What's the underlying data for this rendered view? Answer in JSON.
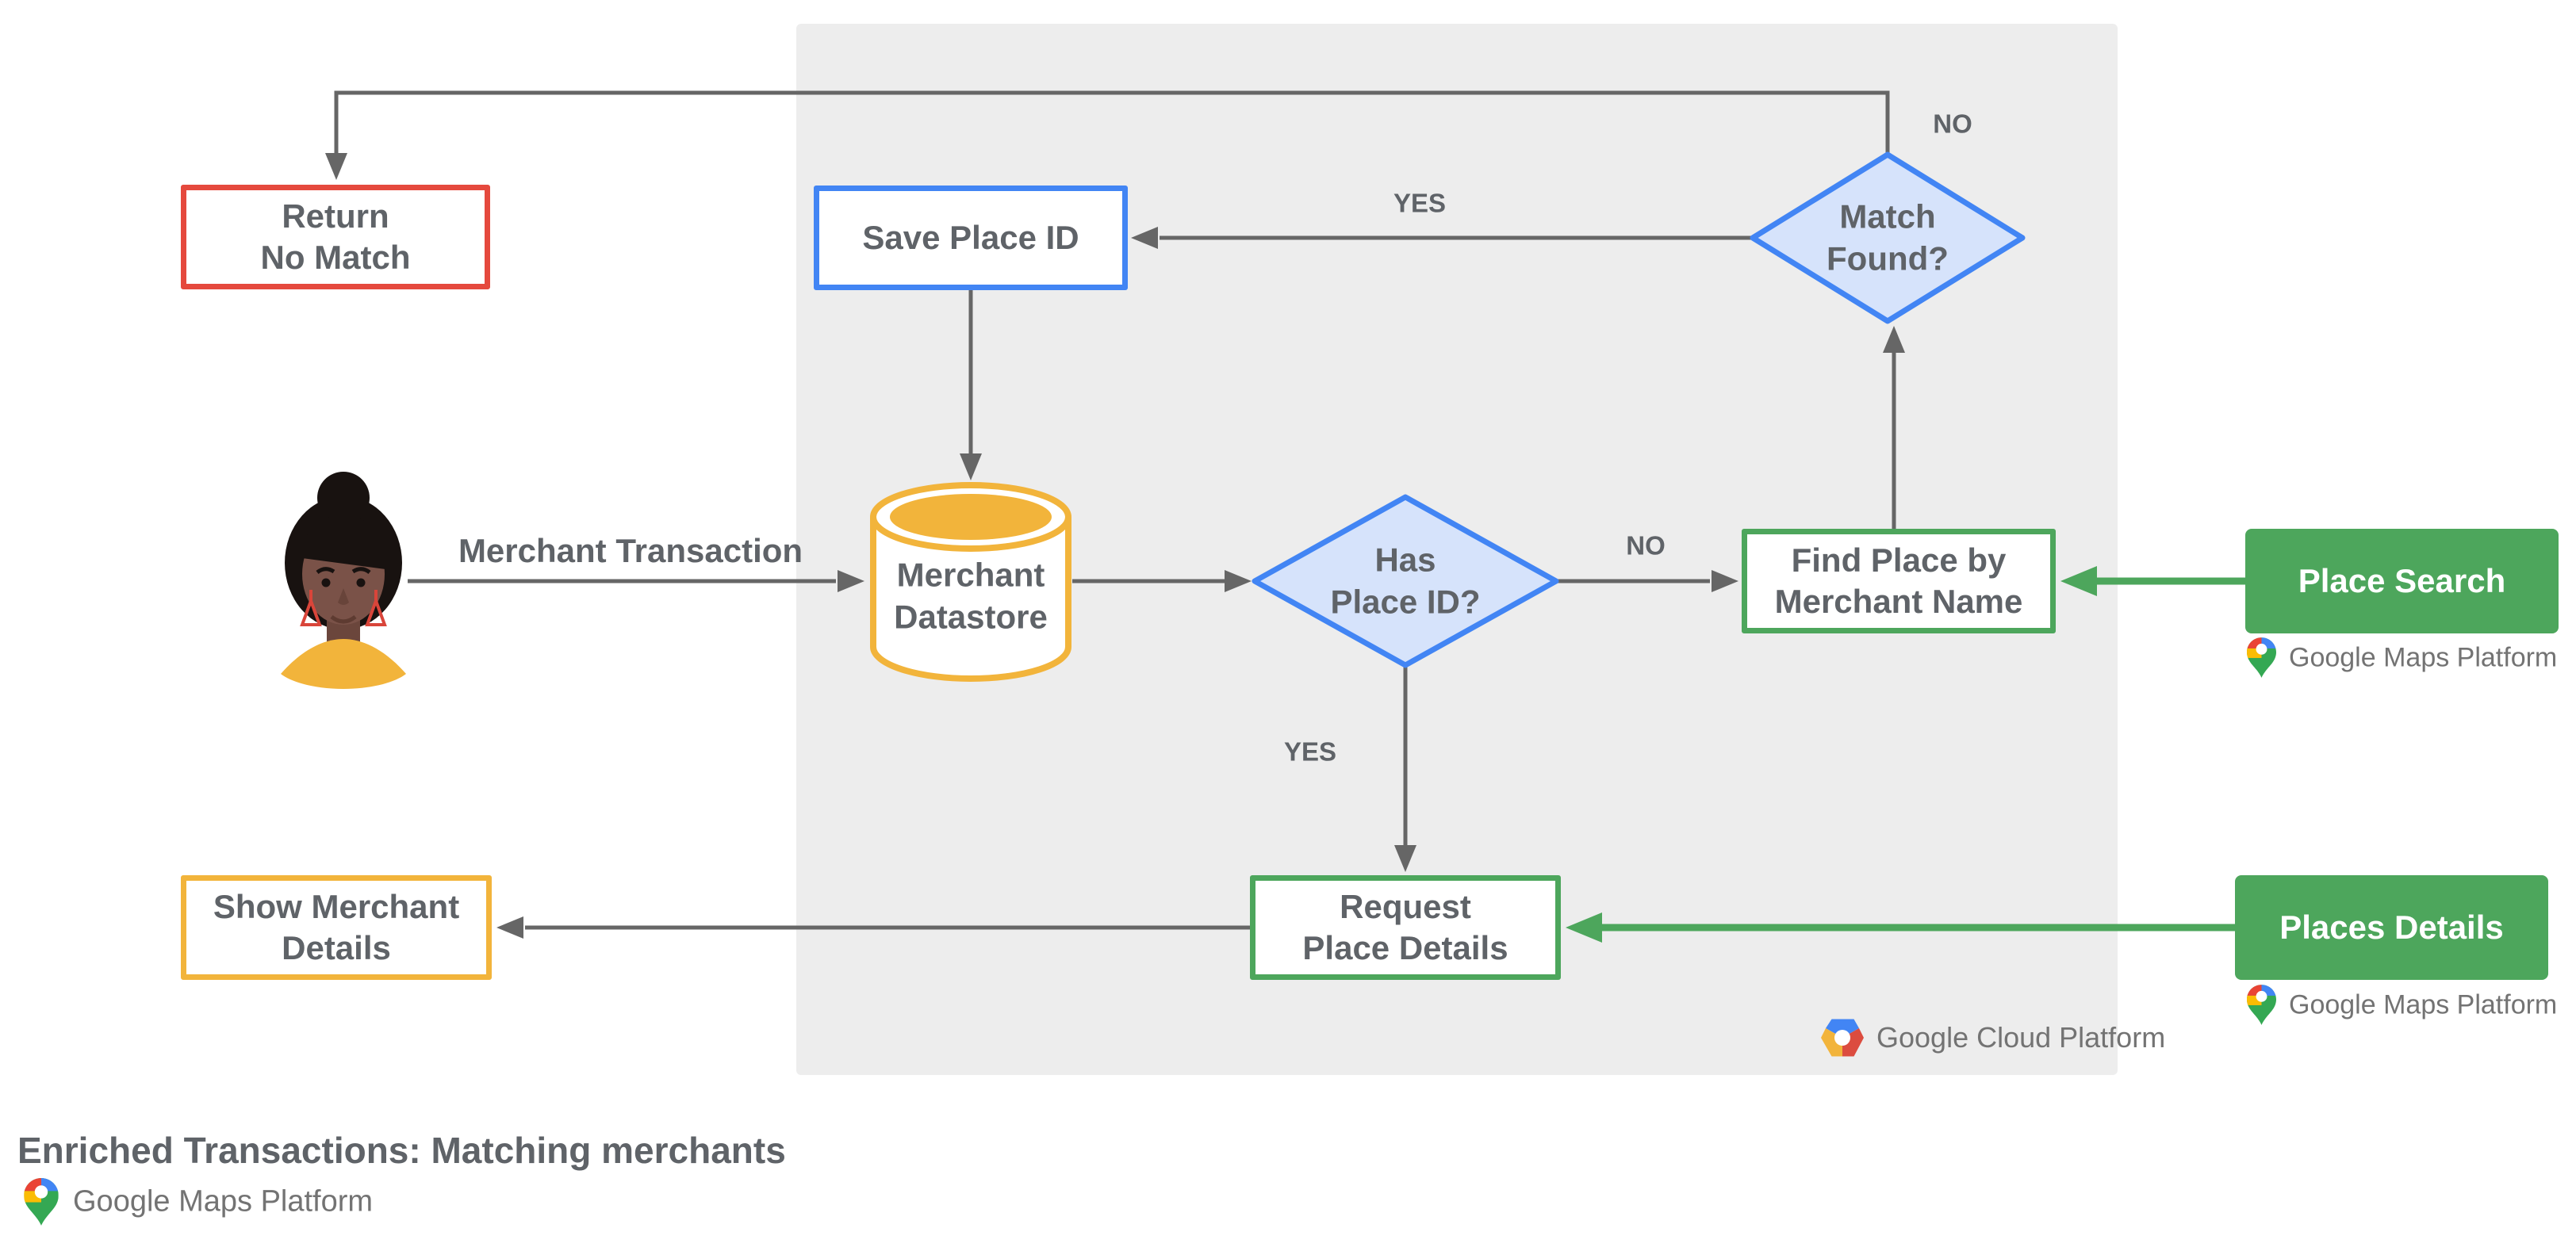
{
  "title": "Enriched Transactions: Matching merchants",
  "flow": {
    "nodes": [
      {
        "id": "return-no-match",
        "type": "process-red-outline",
        "label": "Return\nNo Match"
      },
      {
        "id": "save-place-id",
        "type": "process-blue-outline",
        "label": "Save Place ID"
      },
      {
        "id": "merchant-datastore",
        "type": "datastore",
        "label": "Merchant\nDatastore"
      },
      {
        "id": "has-place-id",
        "type": "decision",
        "label": "Has\nPlace ID?"
      },
      {
        "id": "match-found",
        "type": "decision",
        "label": "Match\nFound?"
      },
      {
        "id": "find-place-by-merchant-name",
        "type": "process-green-outline",
        "label": "Find Place by\nMerchant Name"
      },
      {
        "id": "request-place-details",
        "type": "process-green-outline",
        "label": "Request\nPlace Details"
      },
      {
        "id": "show-merchant-details",
        "type": "process-yellow-outline",
        "label": "Show Merchant\nDetails"
      },
      {
        "id": "place-search",
        "type": "api-solid-green",
        "label": "Place Search"
      },
      {
        "id": "places-details",
        "type": "api-solid-green",
        "label": "Places Details"
      }
    ],
    "edges": [
      {
        "from": "user",
        "to": "merchant-datastore",
        "label": "Merchant Transaction"
      },
      {
        "from": "merchant-datastore",
        "to": "has-place-id",
        "label": ""
      },
      {
        "from": "has-place-id",
        "to": "find-place-by-merchant-name",
        "label": "NO"
      },
      {
        "from": "has-place-id",
        "to": "request-place-details",
        "label": "YES"
      },
      {
        "from": "find-place-by-merchant-name",
        "to": "match-found",
        "label": ""
      },
      {
        "from": "match-found",
        "to": "save-place-id",
        "label": "YES"
      },
      {
        "from": "match-found",
        "to": "return-no-match",
        "label": "NO"
      },
      {
        "from": "save-place-id",
        "to": "merchant-datastore",
        "label": ""
      },
      {
        "from": "place-search",
        "to": "find-place-by-merchant-name",
        "label": ""
      },
      {
        "from": "places-details",
        "to": "request-place-details",
        "label": ""
      },
      {
        "from": "request-place-details",
        "to": "show-merchant-details",
        "label": ""
      }
    ]
  },
  "logos": {
    "google_cloud_platform": "Google Cloud Platform",
    "google_maps_platform": "Google Maps Platform"
  },
  "icons": {
    "user_avatar": "woman-avatar",
    "maps_pin": "google-maps-pin",
    "gcp_hexagon": "google-cloud-hexagon",
    "datastore_cylinder": "database-cylinder"
  },
  "colors": {
    "google_blue": "#4285F4",
    "decision_fill": "#D6E3FB",
    "google_red": "#E5493D",
    "google_yellow": "#F2B43B",
    "google_green": "#4DA65C",
    "line_gray": "#666666",
    "text_gray": "#5F6368",
    "panel_gray": "#EDEDED",
    "logo_text_gray": "#737373"
  }
}
